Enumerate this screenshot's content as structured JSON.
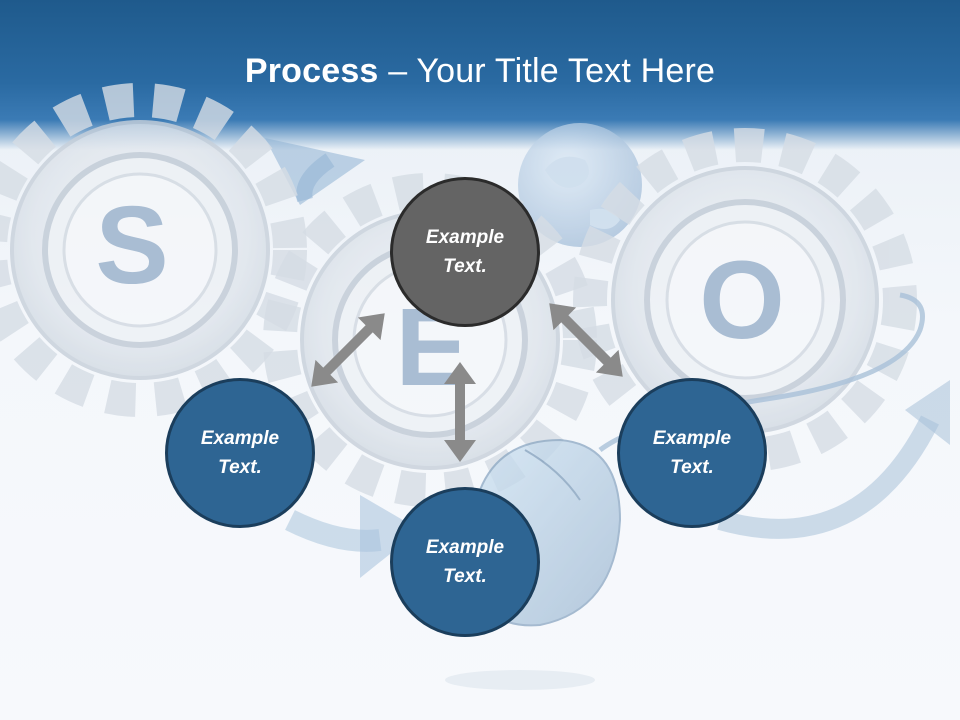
{
  "slide": {
    "title_bold": "Process",
    "title_rest": " – Your Title Text Here"
  },
  "nodes": {
    "top": "Example\nText.",
    "left": "Example\nText.",
    "right": "Example\nText.",
    "bottom": "Example\nText."
  },
  "background_letters": [
    "S",
    "E",
    "O"
  ],
  "colors": {
    "header": "#2a6aa2",
    "node_blue": "#2e6593",
    "node_gray": "#646464",
    "arrow": "#8a8a8a"
  },
  "icons": [
    "gear-icon",
    "globe-icon",
    "computer-mouse-icon",
    "double-arrow-icon"
  ]
}
